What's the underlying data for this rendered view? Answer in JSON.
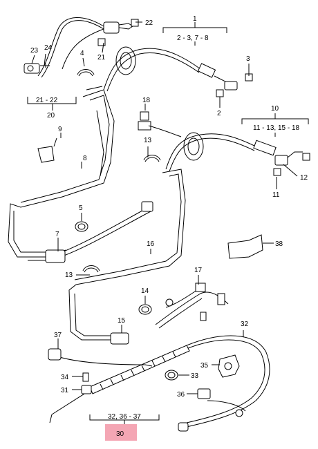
{
  "labels": {
    "l1": "1",
    "l1sub": "2 - 3, 7 - 8",
    "l2": "2",
    "l3": "3",
    "l4": "4",
    "l5": "5",
    "l7": "7",
    "l8": "8",
    "l9": "9",
    "l10": "10",
    "l10sub": "11 - 13, 15 - 18",
    "l11": "11",
    "l12": "12",
    "l13a": "13",
    "l13b": "13",
    "l14": "14",
    "l15": "15",
    "l16": "16",
    "l17": "17",
    "l18": "18",
    "l20": "20",
    "l20sub": "21 - 22",
    "l21": "21",
    "l22": "22",
    "l23": "23",
    "l24": "24",
    "l30": "30",
    "l30sub": "32, 36 - 37",
    "l31": "31",
    "l32": "32",
    "l33": "33",
    "l34": "34",
    "l35": "35",
    "l36": "36",
    "l37": "37",
    "l38": "38"
  },
  "highlight_color": "#f4a6b4"
}
